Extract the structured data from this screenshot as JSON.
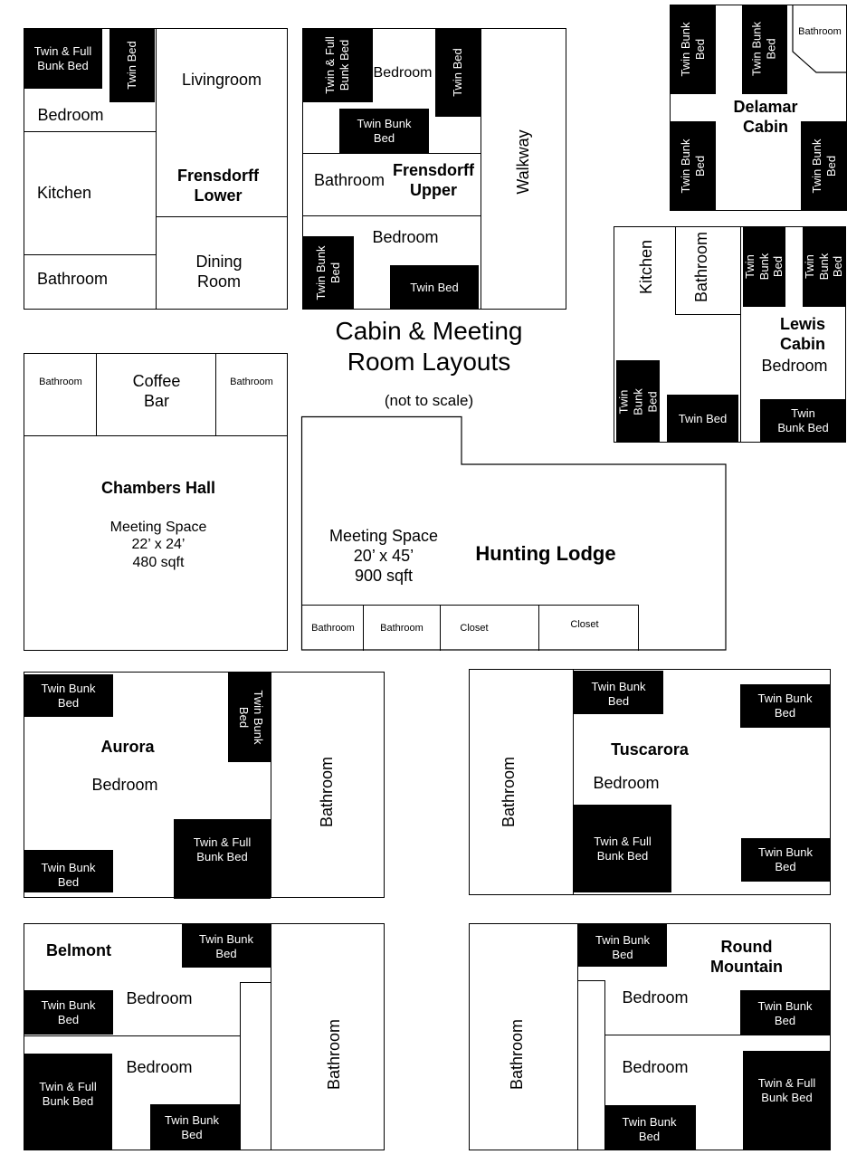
{
  "title": {
    "main": "Cabin & Meeting\nRoom Layouts",
    "note": "(not to scale)"
  },
  "frensdorff_lower": {
    "name": "Frensdorff\nLower",
    "twin_full": "Twin & Full\nBunk Bed",
    "twin_bed": "Twin Bed",
    "bedroom": "Bedroom",
    "living": "Livingroom",
    "kitchen": "Kitchen",
    "bathroom": "Bathroom",
    "dining": "Dining\nRoom"
  },
  "frensdorff_upper": {
    "name": "Frensdorff\nUpper",
    "twin_full": "Twin & Full\nBunk Bed",
    "bedroom_top": "Bedroom",
    "twin_bed_top": "Twin Bed",
    "twin_bunk_mid": "Twin Bunk\nBed",
    "bathroom": "Bathroom",
    "walkway": "Walkway",
    "bedroom_bottom": "Bedroom",
    "twin_bunk_left": "Twin Bunk\nBed",
    "twin_bed_bottom": "Twin Bed"
  },
  "delamar": {
    "name": "Delamar\nCabin",
    "bunk_tl": "Twin Bunk\nBed",
    "bunk_tm": "Twin Bunk\nBed",
    "bathroom": "Bathroom",
    "bunk_bl": "Twin Bunk\nBed",
    "bunk_br": "Twin Bunk\nBed"
  },
  "lewis": {
    "name": "Lewis\nCabin",
    "kitchen": "Kitchen",
    "bathroom": "Bathroom",
    "bunk_t1": "Twin\nBunk\nBed",
    "bunk_t2": "Twin\nBunk\nBed",
    "bedroom": "Bedroom",
    "bunk_left": "Twin\nBunk\nBed",
    "twin_bed": "Twin Bed",
    "bunk_right": "Twin\nBunk Bed"
  },
  "chambers": {
    "name": "Chambers Hall",
    "bath_left": "Bathroom",
    "coffee": "Coffee\nBar",
    "bath_right": "Bathroom",
    "meeting": "Meeting Space\n22’ x 24’\n480 sqft"
  },
  "hunting": {
    "name": "Hunting Lodge",
    "meeting": "Meeting Space\n20’ x 45’\n900 sqft",
    "bath1": "Bathroom",
    "bath2": "Bathroom",
    "closet1": "Closet",
    "closet2": "Closet"
  },
  "aurora": {
    "name": "Aurora",
    "bedroom": "Bedroom",
    "bunk_tl": "Twin Bunk\nBed",
    "bunk_tr": "Twin Bunk\nBed",
    "bunk_bl": "Twin Bunk\nBed",
    "twin_full": "Twin & Full\nBunk Bed",
    "bathroom": "Bathroom"
  },
  "tuscarora": {
    "name": "Tuscarora",
    "bedroom": "Bedroom",
    "bathroom": "Bathroom",
    "bunk_tl": "Twin Bunk\nBed",
    "bunk_tr": "Twin Bunk\nBed",
    "twin_full": "Twin & Full\nBunk Bed",
    "bunk_br": "Twin Bunk\nBed"
  },
  "belmont": {
    "name": "Belmont",
    "bunk_top": "Twin Bunk\nBed",
    "bedroom1": "Bedroom",
    "bunk_left": "Twin Bunk\nBed",
    "bedroom2": "Bedroom",
    "twin_full": "Twin & Full\nBunk Bed",
    "bunk_bottom": "Twin Bunk\nBed",
    "bathroom": "Bathroom"
  },
  "round_mountain": {
    "name": "Round\nMountain",
    "bathroom": "Bathroom",
    "bunk_top": "Twin Bunk\nBed",
    "bedroom1": "Bedroom",
    "bunk_right": "Twin Bunk\nBed",
    "bedroom2": "Bedroom",
    "twin_full": "Twin & Full\nBunk Bed",
    "bunk_bottom": "Twin Bunk\nBed"
  }
}
